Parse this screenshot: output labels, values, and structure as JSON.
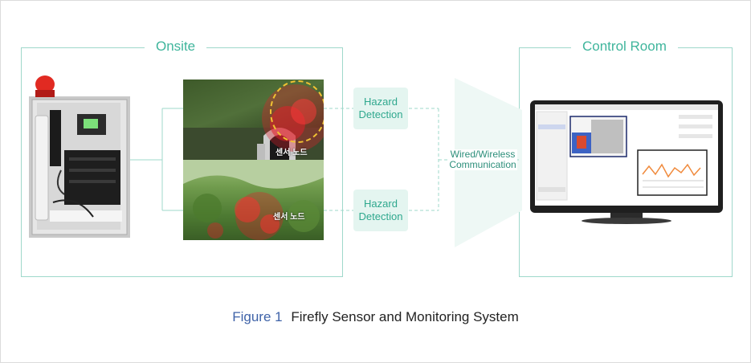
{
  "onsite": {
    "title": "Onsite"
  },
  "control_room": {
    "title": "Control Room"
  },
  "hazard_detection": [
    "Hazard",
    "Detection"
  ],
  "communication": [
    "Wired/Wireless",
    "Communication"
  ],
  "sensor_node_label": "센서 노드",
  "caption": {
    "number": "Figure 1",
    "text": "Firefly Sensor and Monitoring System"
  },
  "colors": {
    "accent": "#3fb59c",
    "caption_number": "#3f63a8",
    "hotspot": "#e0202a"
  }
}
